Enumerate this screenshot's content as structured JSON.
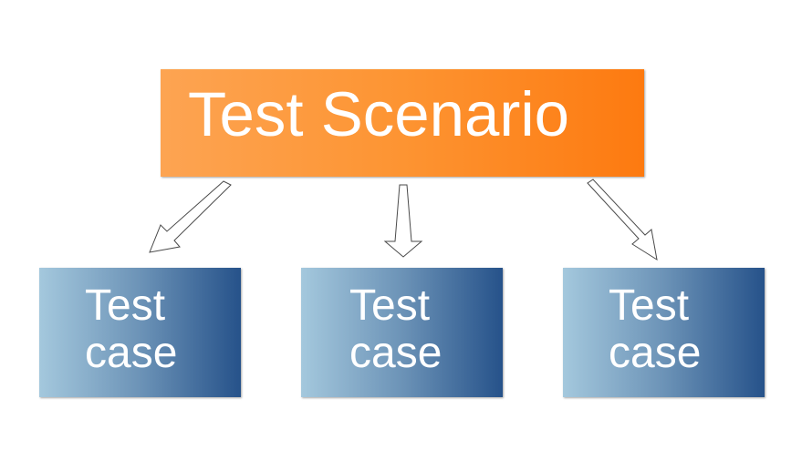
{
  "diagram": {
    "root": {
      "label": "Test Scenario"
    },
    "children": [
      {
        "label": "Test case"
      },
      {
        "label": "Test case"
      },
      {
        "label": "Test case"
      }
    ]
  },
  "colors": {
    "root_gradient": [
      "#fda452",
      "#fd7a10"
    ],
    "child_gradient": [
      "#a4c8dd",
      "#26528a"
    ],
    "text": "#ffffff",
    "arrow_outline": "#4a4a4a"
  }
}
